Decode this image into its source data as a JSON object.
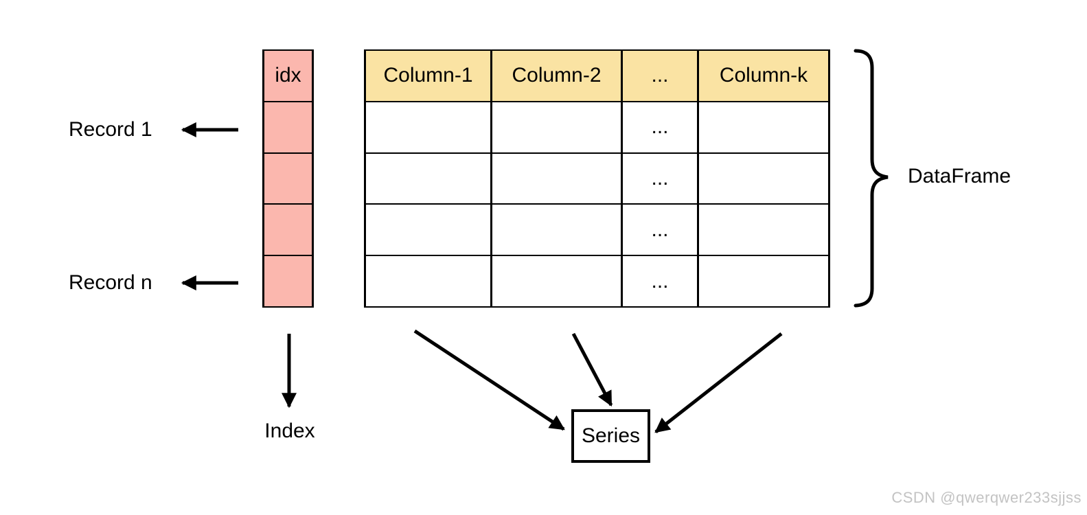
{
  "colors": {
    "index-fill": "#FBB7AE",
    "header-fill": "#FAE3A3",
    "line": "#000000",
    "watermark": "#C3C3C3"
  },
  "index_column": {
    "header": "idx",
    "cell_count": 4,
    "label": "Index"
  },
  "dataframe_table": {
    "headers": [
      "Column-1",
      "Column-2",
      "...",
      "Column-k"
    ],
    "row_count": 4,
    "ellipsis": "...",
    "label": "DataFrame"
  },
  "record_pointers": {
    "first": "Record 1",
    "last": "Record n"
  },
  "series": {
    "label": "Series"
  },
  "watermark": "CSDN @qwerqwer233sjjss"
}
